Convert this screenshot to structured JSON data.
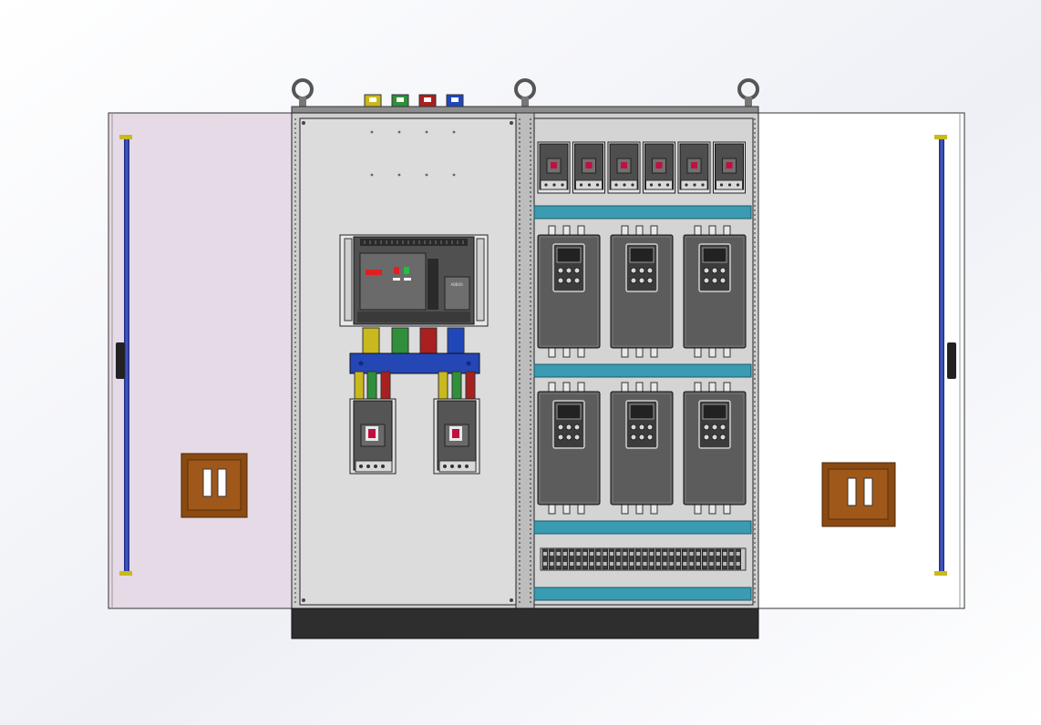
{
  "scene": {
    "background_top": "#dfe3ef",
    "background_bottom": "#ffffff",
    "left_door_color": "#e6dae6",
    "right_door_color": "#ffffff",
    "panel_color": "#dcdcdc",
    "plinth_color": "#2e2e2e",
    "din_rail_color": "#3a9bb3",
    "device_color": "#5c5c5c",
    "handle_color": "#8a4a12",
    "door_rod_color": "#2a3a9a",
    "busbar_colors": [
      "#c9b81e",
      "#2f8f3a",
      "#a8201f",
      "#1f47b8"
    ],
    "breaker_label": "ABB00"
  },
  "components": {
    "lifting_eyes": 3,
    "terminal_blocks": 4,
    "small_breakers": 6,
    "vfd_drives": 6,
    "mccb_breakers": 2,
    "din_rails": 4,
    "terminal_strip_terminals": 30
  }
}
